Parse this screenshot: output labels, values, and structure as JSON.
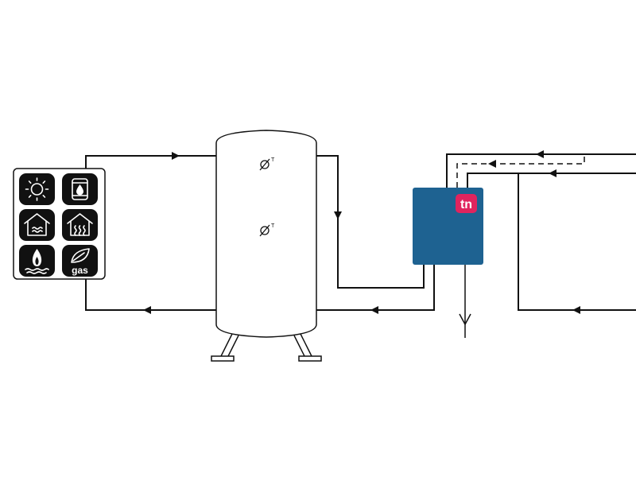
{
  "sensors": [
    {
      "label": "T"
    },
    {
      "label": "T"
    }
  ],
  "station": {
    "logo_text": "tn",
    "body_color": "#1e6291",
    "logo_color": "#e0245e"
  },
  "heat_sources": {
    "tiles": [
      {
        "icon": "sun-icon"
      },
      {
        "icon": "oil-tank-icon"
      },
      {
        "icon": "heat-pump-air-icon"
      },
      {
        "icon": "heat-pump-ground-icon"
      },
      {
        "icon": "biomass-fire-icon"
      },
      {
        "icon": "gas-leaf-icon",
        "label": "gas"
      }
    ]
  }
}
